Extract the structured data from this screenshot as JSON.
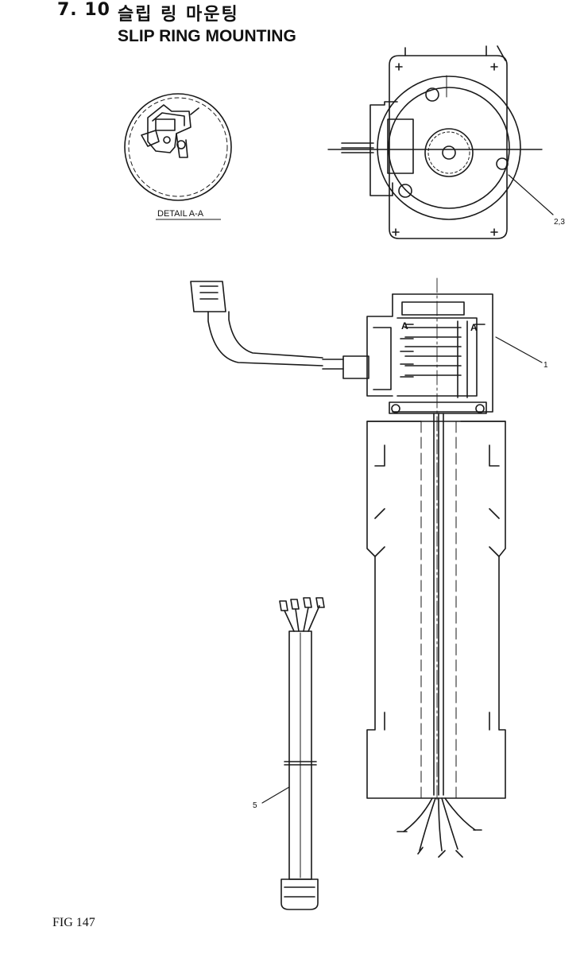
{
  "header": {
    "section_number": "7. 10",
    "title_korean": "슬립 링 마운팅",
    "title_english": "SLIP RING MOUNTING"
  },
  "detail": {
    "caption": "DETAIL A-A"
  },
  "callouts": {
    "part_1": "1",
    "part_2_3": "2,3",
    "part_5": "5",
    "section_a_left": "A",
    "section_a_right": "A"
  },
  "footer": {
    "figure_label": "FIG 147"
  }
}
